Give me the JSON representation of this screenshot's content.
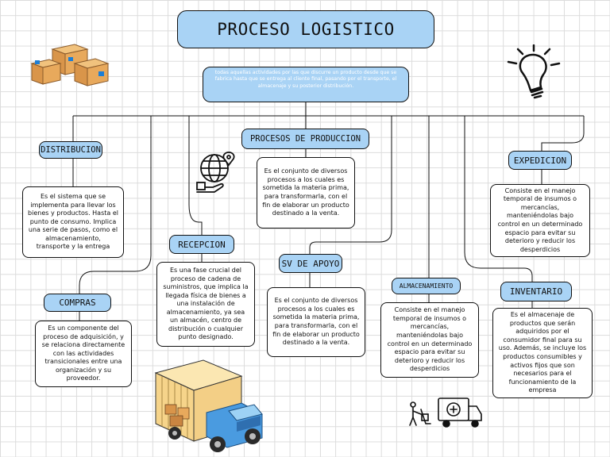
{
  "title": "PROCESO LOGISTICO",
  "description": "todas aquellas actividades por las que discurre un producto desde que se fabrica hasta que se entrega al cliente final, pasando por el transporte, el almacenaje y su posterior distribución.",
  "nodes": {
    "distribucion": {
      "label": "DISTRIBUCION",
      "text": "Es el sistema que se implementa para llevar los bienes y productos. Hasta el punto de consumo. Implica una serie de pasos, como el almacenamiento, transporte y la entrega"
    },
    "compras": {
      "label": "COMPRAS",
      "text": "Es un componente del proceso de adquisición, y se relaciona directamente con las actividades transicionales entre una organización y su proveedor."
    },
    "recepcion": {
      "label": "RECEPCION",
      "text": "Es una fase crucial del proceso de cadena de suministros, que implica la llegada física de bienes a una instalación de almacenamiento, ya sea un almacén, centro de distribución o cualquier punto designado."
    },
    "procesos_de_produccion": {
      "label": "PROCESOS DE PRODUCCION",
      "text": "Es el conjunto de diversos procesos a los cuales es sometida la materia prima, para transformarla, con el fin de elaborar un producto destinado a la venta."
    },
    "sv_de_apoyo": {
      "label": "SV DE APOYO",
      "text": "Es el conjunto de diversos procesos a los cuales es sometida la materia prima, para transformarla, con el fin de elaborar un producto destinado a la venta."
    },
    "almacenamiento": {
      "label": "ALMACENAMIENTO",
      "text": "Consiste en el manejo temporal de insumos o mercancías, manteniéndolas bajo control en un determinado espacio para evitar su deterioro y reducir los desperdicios"
    },
    "expedicion": {
      "label": "EXPEDICION",
      "text": "Consiste en el manejo temporal de insumos o mercancías, manteniéndolas bajo control en un determinado espacio para evitar su deterioro y reducir los desperdicios"
    },
    "inventario": {
      "label": "INVENTARIO",
      "text": "Es el almacenaje de productos que serán adquiridos por el consumidor final para su uso. Además, se incluye los productos consumibles y activos fijos que son necesarios para el funcionamiento de la empresa"
    }
  },
  "illustrations": [
    "boxes-icon",
    "lightbulb-icon",
    "globe-shipping-icon",
    "delivery-truck-icon",
    "courier-van-icon"
  ],
  "colors": {
    "node_fill": "#a9d3f5",
    "text_box_fill": "#ffffff",
    "line": "#111111",
    "grid": "#dcdcdc"
  }
}
